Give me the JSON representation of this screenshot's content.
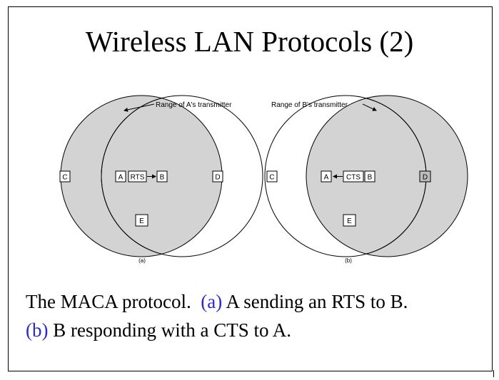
{
  "slide": {
    "title": "Wireless LAN Protocols (2)",
    "caption": {
      "line1_prefix": "The MACA protocol.  ",
      "line1_tag": "(a)",
      "line1_rest": " A sending an RTS to B.",
      "line2_tag": "(b)",
      "line2_rest": " B responding with a CTS to A."
    }
  },
  "diagram_a": {
    "range_label": "Range of A's transmitter",
    "stations": {
      "C": "C",
      "A": "A",
      "B": "B",
      "D": "D",
      "E": "E"
    },
    "message": "RTS",
    "sublabel": "(a)"
  },
  "diagram_b": {
    "range_label": "Range of B's transmitter",
    "stations": {
      "C": "C",
      "A": "A",
      "B": "B",
      "D": "D",
      "E": "E"
    },
    "message": "CTS",
    "sublabel": "(b)"
  },
  "colors": {
    "shade": "#d3d3d3",
    "caption_tag": "#2a2acc"
  }
}
